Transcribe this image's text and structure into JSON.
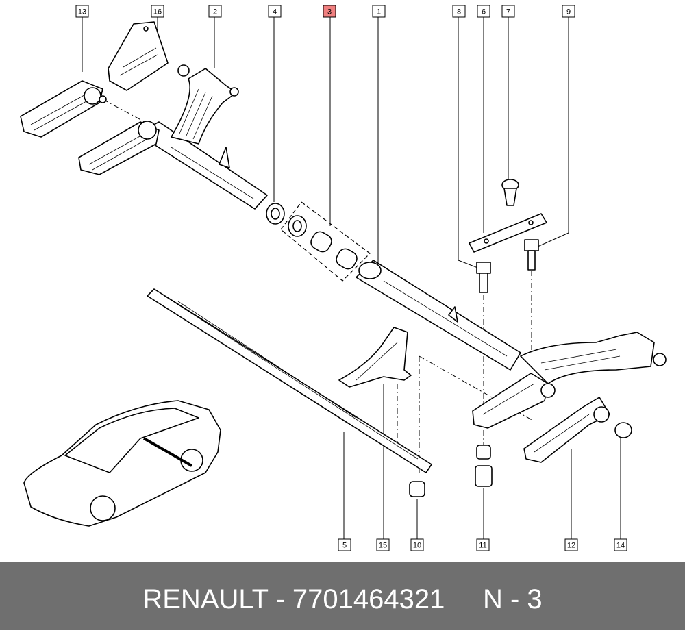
{
  "callouts": [
    {
      "label": "13",
      "highlight": false
    },
    {
      "label": "16",
      "highlight": false
    },
    {
      "label": "2",
      "highlight": false
    },
    {
      "label": "4",
      "highlight": false
    },
    {
      "label": "3",
      "highlight": true
    },
    {
      "label": "1",
      "highlight": false
    },
    {
      "label": "8",
      "highlight": false
    },
    {
      "label": "6",
      "highlight": false
    },
    {
      "label": "7",
      "highlight": false
    },
    {
      "label": "9",
      "highlight": false
    },
    {
      "label": "5",
      "highlight": false
    },
    {
      "label": "15",
      "highlight": false
    },
    {
      "label": "10",
      "highlight": false
    },
    {
      "label": "11",
      "highlight": false
    },
    {
      "label": "12",
      "highlight": false
    },
    {
      "label": "14",
      "highlight": false
    }
  ],
  "footer": {
    "brand": "RENAULT",
    "part_number": "7701464321",
    "ref": "N - 3",
    "text": "RENAULT - 7701464321     N - 3"
  },
  "colors": {
    "highlight": "#f08080",
    "footer_bg": "#6f6f6f",
    "footer_text": "#ffffff"
  }
}
